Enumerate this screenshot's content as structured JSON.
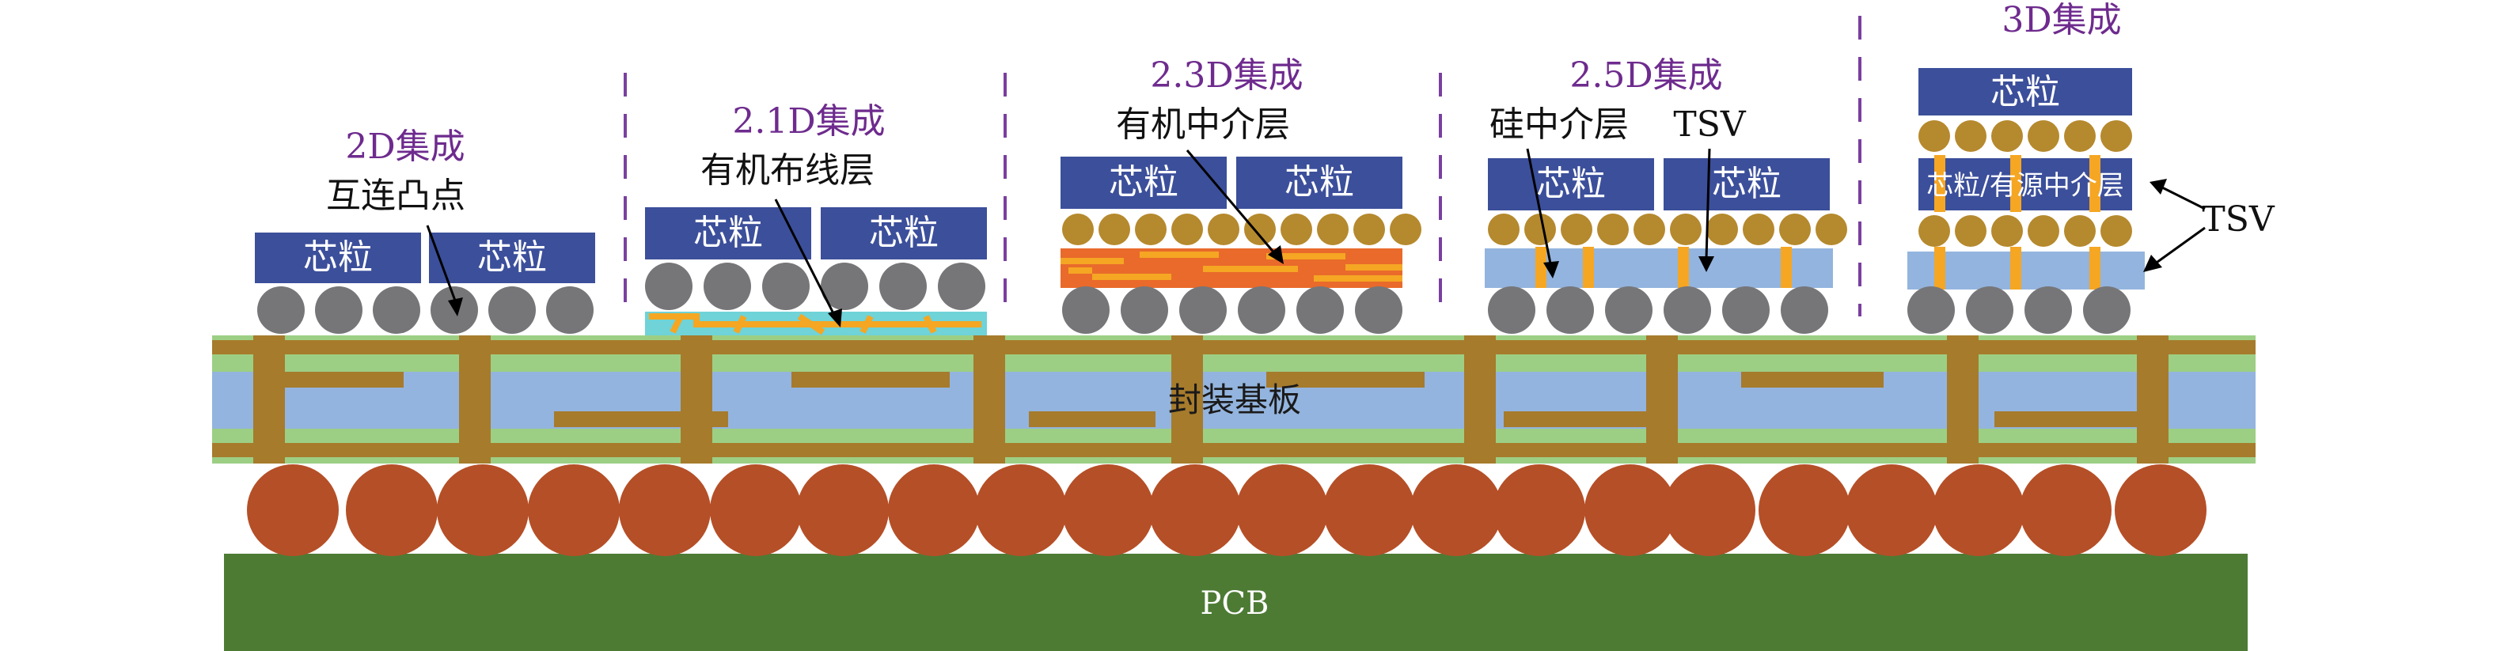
{
  "labels": {
    "integration_2d": "2D集成",
    "integration_21d": "2.1D集成",
    "integration_23d": "2.3D集成",
    "integration_25d": "2.5D集成",
    "integration_3d": "3D集成",
    "interconnect_bump": "互连凸点",
    "organic_rdl": "有机布线层",
    "organic_interposer": "有机中介层",
    "silicon_interposer": "硅中介层",
    "tsv": "TSV",
    "chiplet": "芯粒",
    "active_interposer": "芯粒/有源中介层",
    "package_substrate": "封装基板",
    "pcb": "PCB"
  },
  "colors": {
    "chiplet_blue": "#3c4f9b",
    "bump_gray": "#767679",
    "micro_bump_gold": "#b5892d",
    "solder_ball_copper": "#b54f27",
    "pcb_green": "#4d7b34",
    "substrate_green": "#9ccf84",
    "substrate_blue": "#93b4de",
    "substrate_trace": "#a67b2c",
    "tsv_orange": "#f5a623",
    "organic_orange": "#e96a2b",
    "rdl_cyan": "#6fd3d8",
    "title_purple": "#6e2b8e",
    "divider_purple": "#7a3fa0"
  }
}
